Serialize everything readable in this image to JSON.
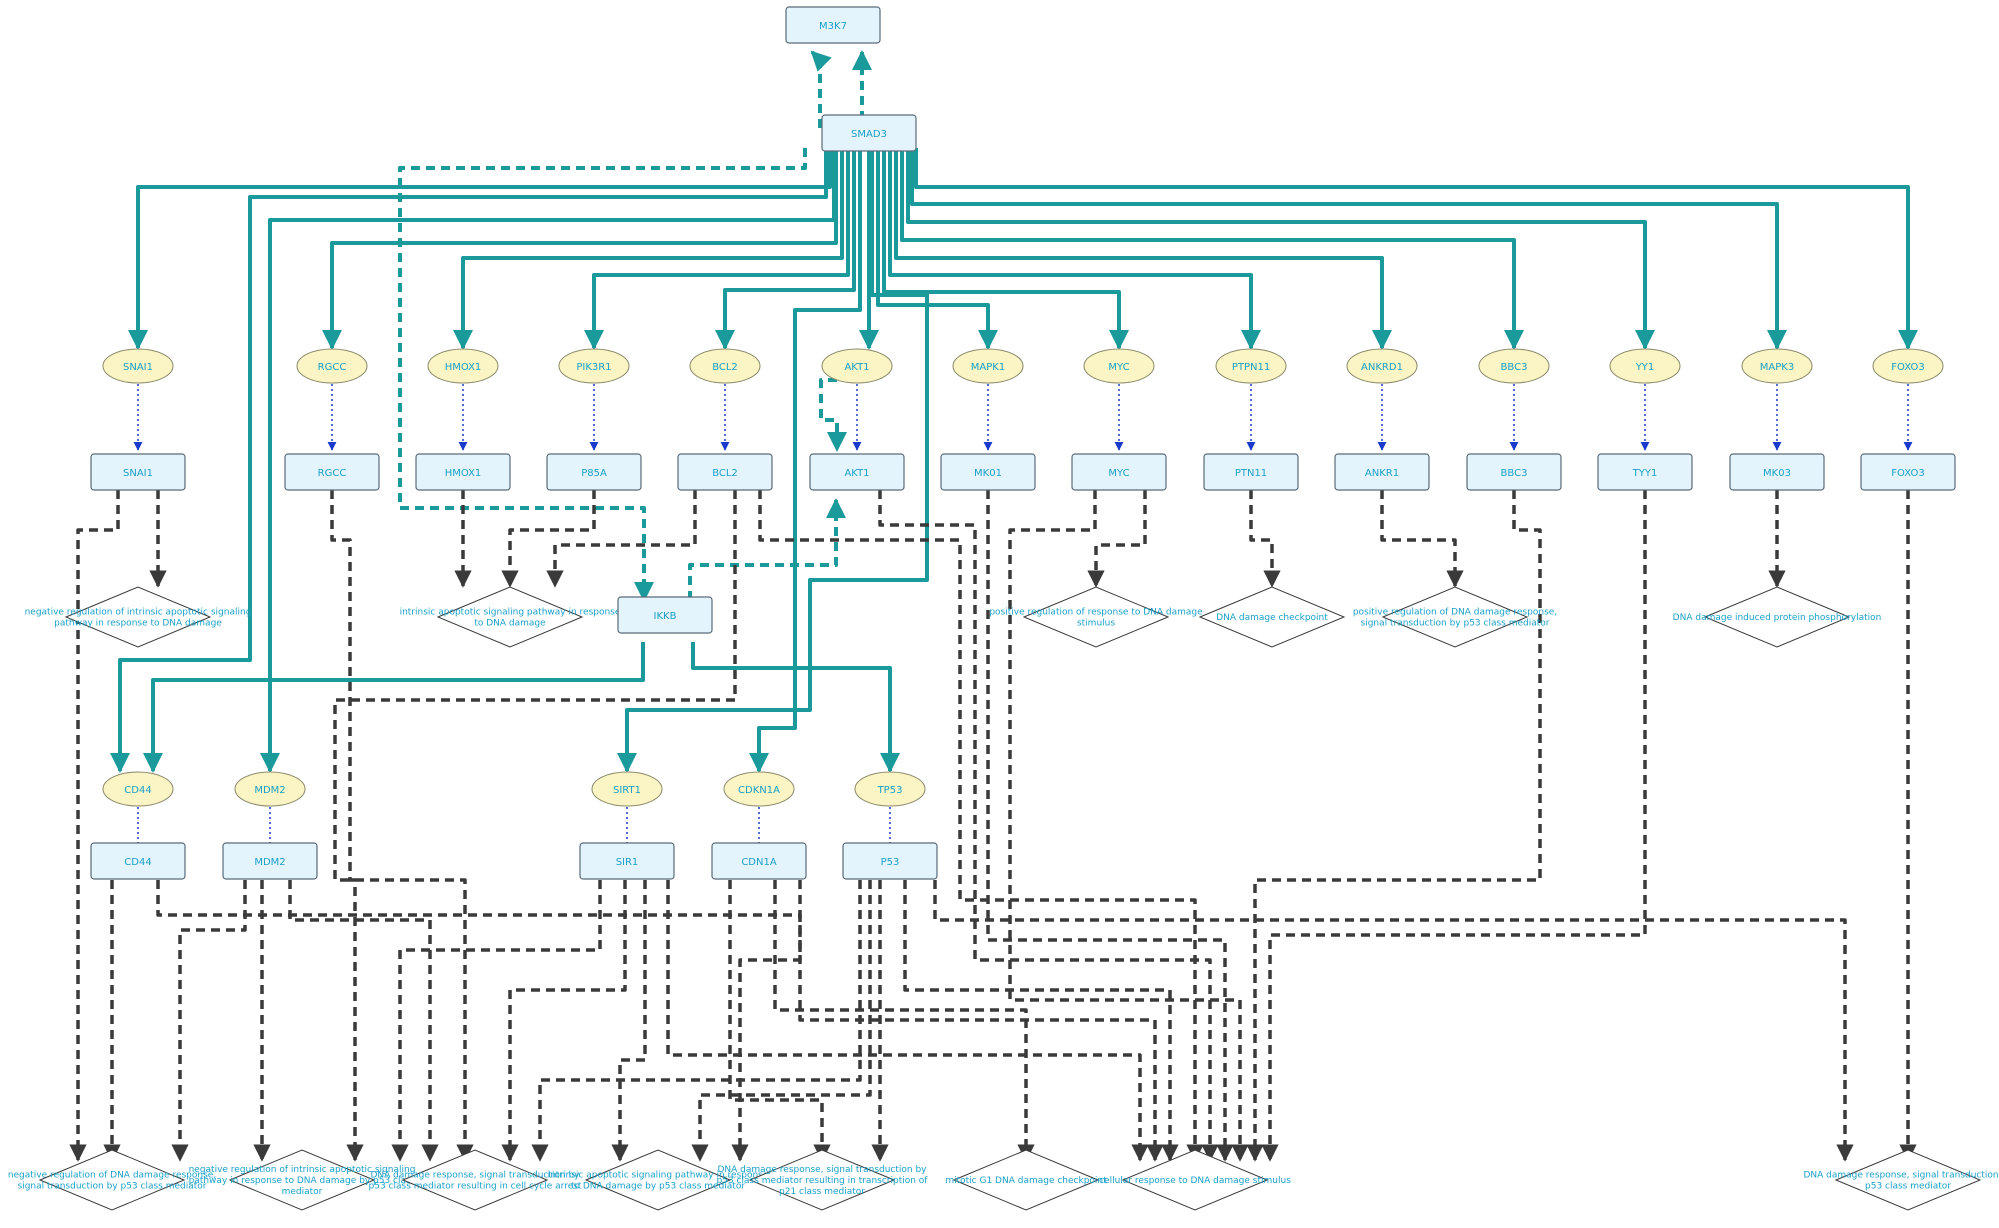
{
  "colors": {
    "teal": "#1a9a9a",
    "dark": "#3a3a3a",
    "blue": "#1a3acc",
    "text": "#1aa0c8",
    "gene_fill": "#fbf4c4",
    "protein_fill": "#e4f4fc",
    "protein_stroke": "#5a6a78"
  },
  "top_nodes": [
    {
      "id": "m3k7",
      "label": "M3K7"
    },
    {
      "id": "smad3",
      "label": "SMAD3"
    },
    {
      "id": "ikkb",
      "label": "IKKB"
    }
  ],
  "genes": [
    {
      "id": "snai1",
      "label": "SNAI1"
    },
    {
      "id": "rgcc",
      "label": "RGCC"
    },
    {
      "id": "hmox1",
      "label": "HMOX1"
    },
    {
      "id": "pik3r1",
      "label": "PIK3R1"
    },
    {
      "id": "bcl2",
      "label": "BCL2"
    },
    {
      "id": "akt1",
      "label": "AKT1"
    },
    {
      "id": "mapk1",
      "label": "MAPK1"
    },
    {
      "id": "myc",
      "label": "MYC"
    },
    {
      "id": "ptpn11",
      "label": "PTPN11"
    },
    {
      "id": "ankrd1",
      "label": "ANKRD1"
    },
    {
      "id": "bbc3",
      "label": "BBC3"
    },
    {
      "id": "yy1",
      "label": "YY1"
    },
    {
      "id": "mapk3",
      "label": "MAPK3"
    },
    {
      "id": "foxo3",
      "label": "FOXO3"
    },
    {
      "id": "cd44",
      "label": "CD44"
    },
    {
      "id": "mdm2",
      "label": "MDM2"
    },
    {
      "id": "sirt1",
      "label": "SIRT1"
    },
    {
      "id": "cdkn1a",
      "label": "CDKN1A"
    },
    {
      "id": "tp53",
      "label": "TP53"
    }
  ],
  "proteins": [
    {
      "id": "snai1",
      "label": "SNAI1"
    },
    {
      "id": "rgcc",
      "label": "RGCC"
    },
    {
      "id": "hmox1",
      "label": "HMOX1"
    },
    {
      "id": "pik3r1",
      "label": "P85A"
    },
    {
      "id": "bcl2",
      "label": "BCL2"
    },
    {
      "id": "akt1",
      "label": "AKT1"
    },
    {
      "id": "mapk1",
      "label": "MK01"
    },
    {
      "id": "myc",
      "label": "MYC"
    },
    {
      "id": "ptpn11",
      "label": "PTN11"
    },
    {
      "id": "ankrd1",
      "label": "ANKR1"
    },
    {
      "id": "bbc3",
      "label": "BBC3"
    },
    {
      "id": "yy1",
      "label": "TYY1"
    },
    {
      "id": "mapk3",
      "label": "MK03"
    },
    {
      "id": "foxo3",
      "label": "FOXO3"
    },
    {
      "id": "cd44",
      "label": "CD44"
    },
    {
      "id": "mdm2",
      "label": "MDM2"
    },
    {
      "id": "sirt1",
      "label": "SIR1"
    },
    {
      "id": "cdkn1a",
      "label": "CDN1A"
    },
    {
      "id": "tp53",
      "label": "P53"
    }
  ],
  "processes": [
    {
      "id": "p1",
      "lines": [
        "negative regulation of intrinsic apoptotic signaling",
        "pathway in response to DNA damage"
      ]
    },
    {
      "id": "p2",
      "lines": [
        "intrinsic apoptotic signaling pathway in response",
        "to DNA damage"
      ]
    },
    {
      "id": "p3",
      "lines": [
        "positive regulation of response to DNA damage",
        "stimulus"
      ]
    },
    {
      "id": "p4",
      "lines": [
        "DNA damage checkpoint"
      ]
    },
    {
      "id": "p5",
      "lines": [
        "positive regulation of DNA damage response,",
        "signal transduction by p53 class mediator"
      ]
    },
    {
      "id": "p6",
      "lines": [
        "DNA damage induced protein phosphorylation"
      ]
    },
    {
      "id": "b1",
      "lines": [
        "negative regulation of DNA damage response,",
        "signal transduction by p53 class mediator"
      ]
    },
    {
      "id": "b2",
      "lines": [
        "negative regulation of intrinsic apoptotic signaling",
        "pathway in response to DNA damage by p53 class",
        "mediator"
      ]
    },
    {
      "id": "b3",
      "lines": [
        "DNA damage response, signal transduction by",
        "p53 class mediator resulting in cell cycle arrest"
      ]
    },
    {
      "id": "b4",
      "lines": [
        "intrinsic apoptotic signaling pathway in response",
        "to DNA damage by p53 class mediator"
      ]
    },
    {
      "id": "b5",
      "lines": [
        "DNA damage response, signal transduction by",
        "p53 class mediator resulting in transcription of",
        "p21 class mediator"
      ]
    },
    {
      "id": "b6",
      "lines": [
        "mitotic G1 DNA damage checkpoint"
      ]
    },
    {
      "id": "b7",
      "lines": [
        "cellular response to DNA damage stimulus"
      ]
    },
    {
      "id": "b8",
      "lines": [
        "DNA damage response, signal transduction by",
        "p53 class mediator"
      ]
    }
  ]
}
